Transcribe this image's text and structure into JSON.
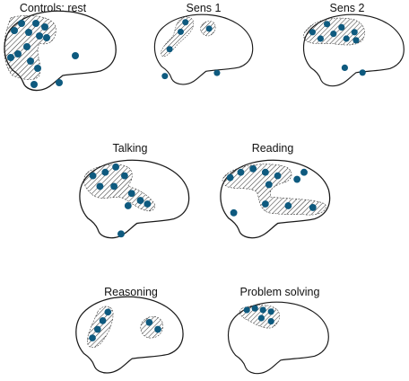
{
  "panels": [
    {
      "key": "controls-rest",
      "title": "Controls: rest"
    },
    {
      "key": "sens-1",
      "title": "Sens 1"
    },
    {
      "key": "sens-2",
      "title": "Sens 2"
    },
    {
      "key": "talking",
      "title": "Talking"
    },
    {
      "key": "reading",
      "title": "Reading"
    },
    {
      "key": "reasoning",
      "title": "Reasoning"
    },
    {
      "key": "problem-solving",
      "title": "Problem solving"
    }
  ],
  "colors": {
    "dot": "#0e5a7f",
    "outline": "#1a1a1a",
    "hatch": "#333333",
    "background": "#ffffff"
  }
}
